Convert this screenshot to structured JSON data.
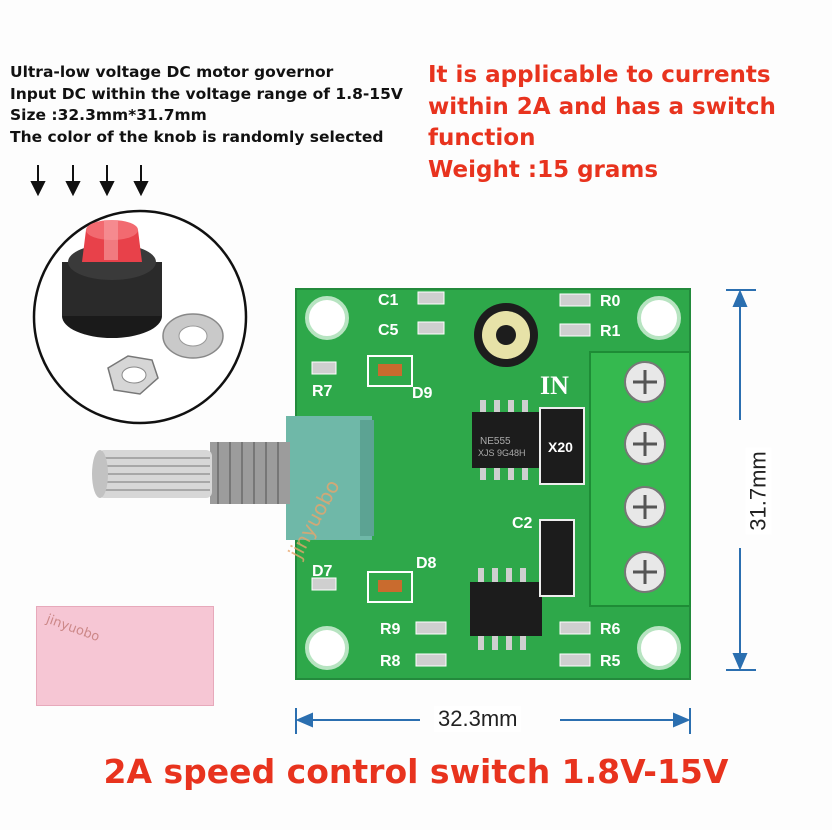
{
  "specs": [
    "Ultra-low voltage DC motor governor",
    "Input DC within the voltage range of 1.8-15V",
    "Size :32.3mm*31.7mm",
    "The color of the knob is randomly selected"
  ],
  "features": [
    "It is applicable to currents",
    "within 2A and has a switch",
    "function",
    "Weight :15 grams"
  ],
  "dimensions": {
    "width": "32.3mm",
    "height": "31.7mm"
  },
  "caption": "2A speed control switch 1.8V-15V",
  "board_labels": {
    "c1": "C1",
    "c5": "C5",
    "c2": "C2",
    "r0": "R0",
    "r1": "R1",
    "r5": "R5",
    "r6": "R6",
    "r7": "R7",
    "r8": "R8",
    "r9": "R9",
    "d7": "D7",
    "d8": "D8",
    "d9": "D9",
    "in": "IN",
    "ic_top": "NE555",
    "ic_code": "XJS 9G48H",
    "mosfet": "X20"
  },
  "watermarks": {
    "diagonal": "jinyuobo",
    "box": "jinyuobo"
  },
  "colors": {
    "accent_red": "#e8331e",
    "pcb_green": "#2ea84a",
    "terminal_green": "#35b94f",
    "knob_red": "#e8414a"
  }
}
